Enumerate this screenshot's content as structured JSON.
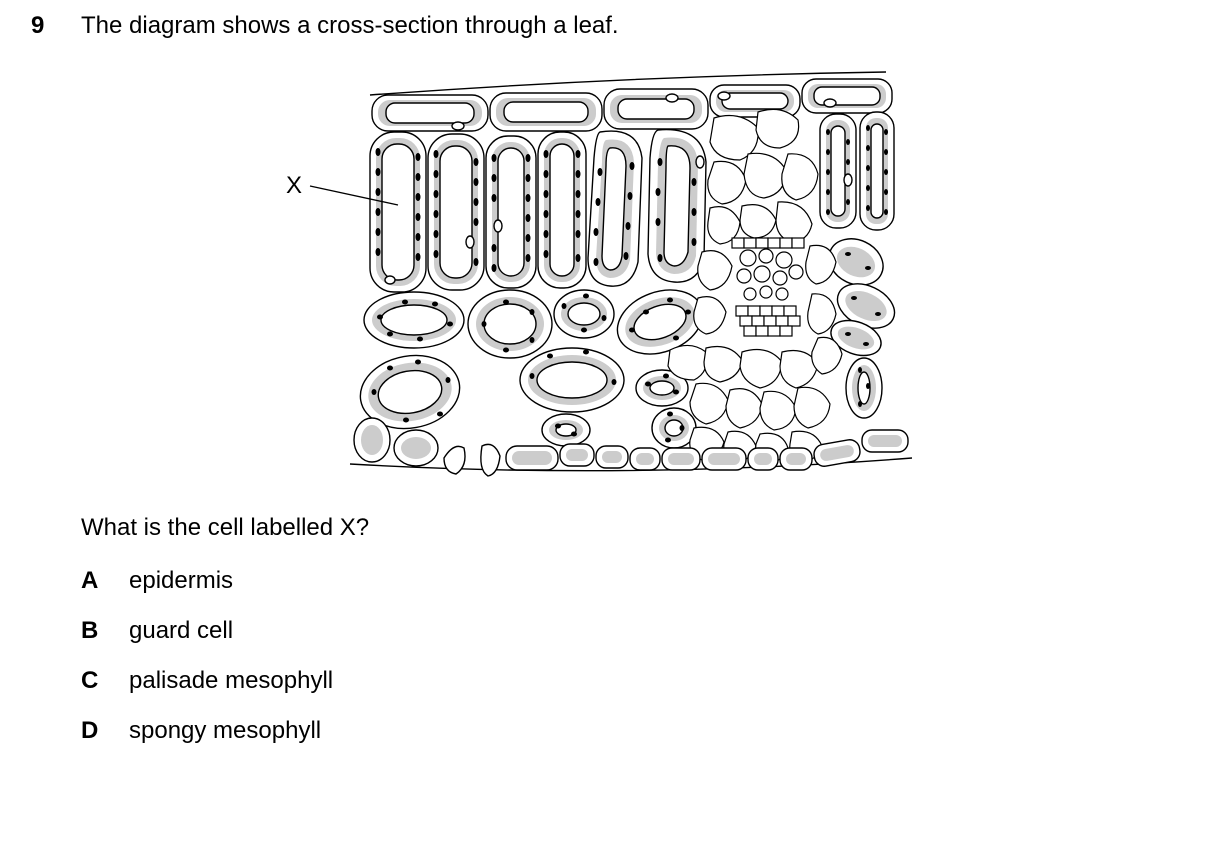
{
  "question": {
    "number": "9",
    "stem": "The diagram shows a cross-section through a leaf.",
    "prompt": "What is the cell labelled X?"
  },
  "diagram": {
    "label_x": "X"
  },
  "options": [
    {
      "letter": "A",
      "text": "epidermis"
    },
    {
      "letter": "B",
      "text": "guard cell"
    },
    {
      "letter": "C",
      "text": "palisade mesophyll"
    },
    {
      "letter": "D",
      "text": "spongy mesophyll"
    }
  ]
}
